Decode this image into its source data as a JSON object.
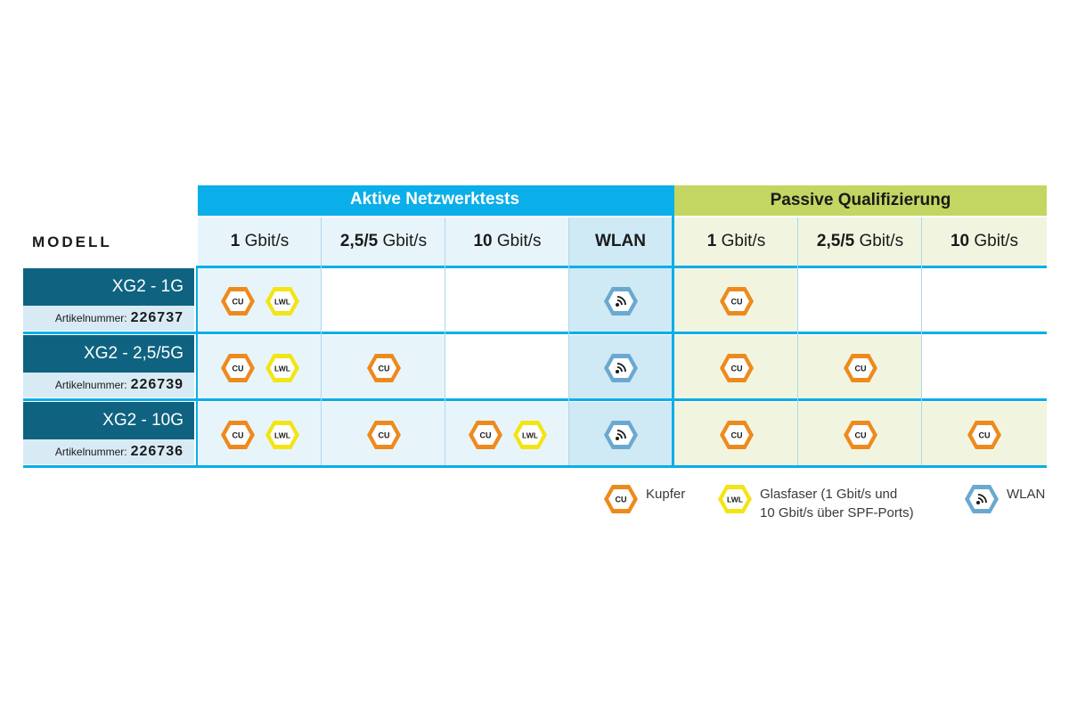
{
  "groups": {
    "active": "Aktive Netzwerktests",
    "passive": "Passive Qualifizierung"
  },
  "modell_label": "MODELL",
  "columns": [
    {
      "bold": "1",
      "rest": " Gbit/s"
    },
    {
      "bold": "2,5/5",
      "rest": " Gbit/s"
    },
    {
      "bold": "10",
      "rest": " Gbit/s"
    },
    {
      "bold": "WLAN",
      "rest": ""
    },
    {
      "bold": "1",
      "rest": " Gbit/s"
    },
    {
      "bold": "2,5/5",
      "rest": " Gbit/s"
    },
    {
      "bold": "10",
      "rest": " Gbit/s"
    }
  ],
  "rows": [
    {
      "name": "XG2 - 1G",
      "art_label": "Artikelnummer:",
      "art_num": "226737"
    },
    {
      "name": "XG2 - 2,5/5G",
      "art_label": "Artikelnummer:",
      "art_num": "226739"
    },
    {
      "name": "XG2 - 10G",
      "art_label": "Artikelnummer:",
      "art_num": "226736"
    }
  ],
  "matrix": [
    [
      [
        "CU",
        "LWL"
      ],
      [],
      [],
      [
        "WLAN"
      ],
      [
        "CU"
      ],
      [],
      []
    ],
    [
      [
        "CU",
        "LWL"
      ],
      [
        "CU"
      ],
      [],
      [
        "WLAN"
      ],
      [
        "CU"
      ],
      [
        "CU"
      ],
      []
    ],
    [
      [
        "CU",
        "LWL"
      ],
      [
        "CU"
      ],
      [
        "CU",
        "LWL"
      ],
      [
        "WLAN"
      ],
      [
        "CU"
      ],
      [
        "CU"
      ],
      [
        "CU"
      ]
    ]
  ],
  "badge_text": {
    "CU": "CU",
    "LWL": "LWL"
  },
  "colors": {
    "CU": "#ee8a1d",
    "LWL": "#f3e415",
    "WLAN": "#6aa9cf",
    "accent": "#0aaee8",
    "passive": "#c2d661",
    "row_dark": "#0f6380"
  },
  "legend": [
    {
      "type": "CU",
      "lines": [
        "Kupfer"
      ]
    },
    {
      "type": "LWL",
      "lines": [
        "Glasfaser (1 Gbit/s und",
        "10 Gbit/s über SPF-Ports)"
      ]
    },
    {
      "type": "WLAN",
      "lines": [
        "WLAN"
      ]
    }
  ]
}
